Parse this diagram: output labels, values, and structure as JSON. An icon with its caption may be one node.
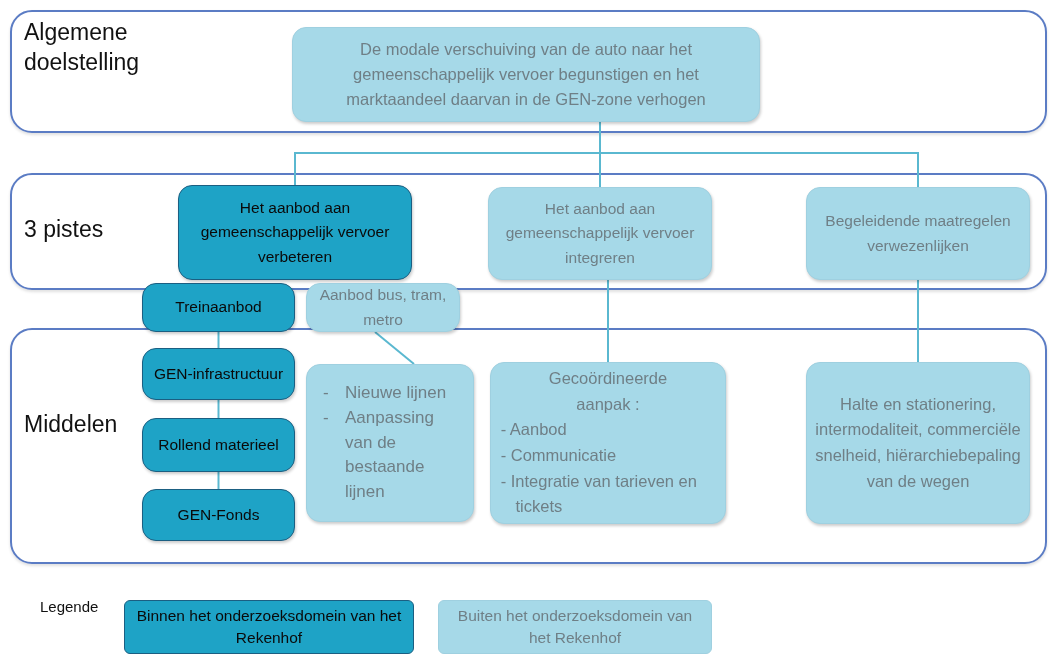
{
  "diagram": {
    "nodes": [
      {
        "text": [
          "Algemene doelstelling"
        ]
      },
      {
        "text": [
          "De modale verschuiving van de auto naar het gemeenschappelijk vervoer begunstigen en het marktaandeel daarvan in de GEN-zone verhogen"
        ],
        "in": 0
      },
      {
        "text": [
          "3 pistes"
        ]
      },
      {
        "text": [
          "Het aanbod aan gemeenschappelijk vervoer verbeteren"
        ],
        "in": 2
      },
      {
        "text": [
          "Het aanbod aan gemeenschappelijk vervoer integreren"
        ],
        "in": 2
      },
      {
        "text": [
          "Begeleidende maatregelen verwezenlijken"
        ],
        "in": 2
      },
      {
        "text": [
          "Middelen"
        ]
      },
      {
        "text": [
          "Treinaanbod"
        ]
      },
      {
        "text": [
          "Aanbod bus, tram, metro"
        ]
      },
      {
        "text": [
          "GEN-infrastructuur"
        ],
        "in": 6
      },
      {
        "text": [
          "Rollend materieel"
        ],
        "in": 6
      },
      {
        "text": [
          "GEN-Fonds"
        ],
        "in": 6
      },
      {
        "text": [
          "-",
          "Nieuwe lijnen",
          "-",
          "Aanpassing van de bestaande lijnen"
        ],
        "in": 6
      },
      {
        "text": [
          "Gecoördineerde aanpak :",
          "- Aanbod",
          "- Communicatie",
          "- Integratie van tarieven en tickets"
        ],
        "in": 6
      },
      {
        "text": [
          "Halte en stationering, intermodaliteit, commerciële snelheid, hiërarchiebepaling van de wegen"
        ],
        "in": 6
      }
    ],
    "edges": [
      {
        "from": 1,
        "to": 3,
        "arrow": "none"
      },
      {
        "from": 1,
        "to": 4,
        "arrow": "none"
      },
      {
        "from": 1,
        "to": 5,
        "arrow": "none"
      },
      {
        "from": 4,
        "to": 13,
        "arrow": "none"
      },
      {
        "from": 5,
        "to": 14,
        "arrow": "none"
      },
      {
        "from": 7,
        "to": 9,
        "arrow": "none"
      },
      {
        "from": 9,
        "to": 10,
        "arrow": "none"
      },
      {
        "from": 10,
        "to": 11,
        "arrow": "none"
      },
      {
        "from": 8,
        "to": 12,
        "arrow": "none"
      }
    ],
    "labels": [
      "Legende"
    ],
    "legend": [
      {
        "text": "Binnen het onderzoeksdomein van het Rekenhof",
        "color": "#1ea3c6"
      },
      {
        "text": "Buiten het onderzoeksdomein van het Rekenhof",
        "color": "#a6d9e8"
      }
    ]
  }
}
